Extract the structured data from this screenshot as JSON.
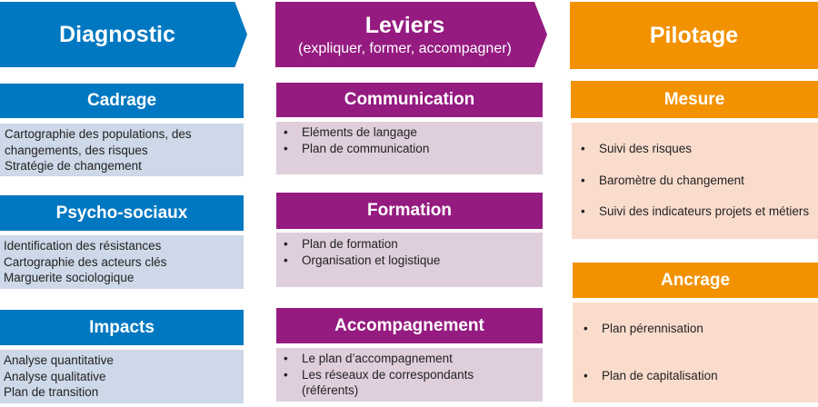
{
  "columns": [
    {
      "title": "Diagnostic",
      "color": "#0078c1",
      "sections": [
        {
          "title": "Cadrage",
          "items": [
            "Cartographie des populations, des changements, des risques",
            "Stratégie de changement"
          ]
        },
        {
          "title": "Psycho-sociaux",
          "items": [
            "Identification des résistances",
            "Cartographie des acteurs clés",
            "Marguerite sociologique"
          ]
        },
        {
          "title": "Impacts",
          "items": [
            "Analyse quantitative",
            "Analyse qualitative",
            "Plan de transition"
          ]
        }
      ]
    },
    {
      "title": "Leviers",
      "subtitle": "(expliquer, former, accompagner)",
      "color": "#951b80",
      "sections": [
        {
          "title": "Communication",
          "items": [
            "Eléments de langage",
            "Plan de communication"
          ]
        },
        {
          "title": "Formation",
          "items": [
            "Plan de formation",
            "Organisation et logistique"
          ]
        },
        {
          "title": "Accompagnement",
          "items": [
            "Le plan d’accompagnement",
            "Les réseaux de correspondants (référents)"
          ]
        }
      ]
    },
    {
      "title": "Pilotage",
      "color": "#f39200",
      "sections": [
        {
          "title": "Mesure",
          "items": [
            "Suivi des risques",
            "Baromètre du changement",
            "Suivi des indicateurs projets et métiers"
          ]
        },
        {
          "title": "Ancrage",
          "items": [
            "Plan pérennisation",
            "Plan de capitalisation"
          ]
        }
      ]
    }
  ]
}
